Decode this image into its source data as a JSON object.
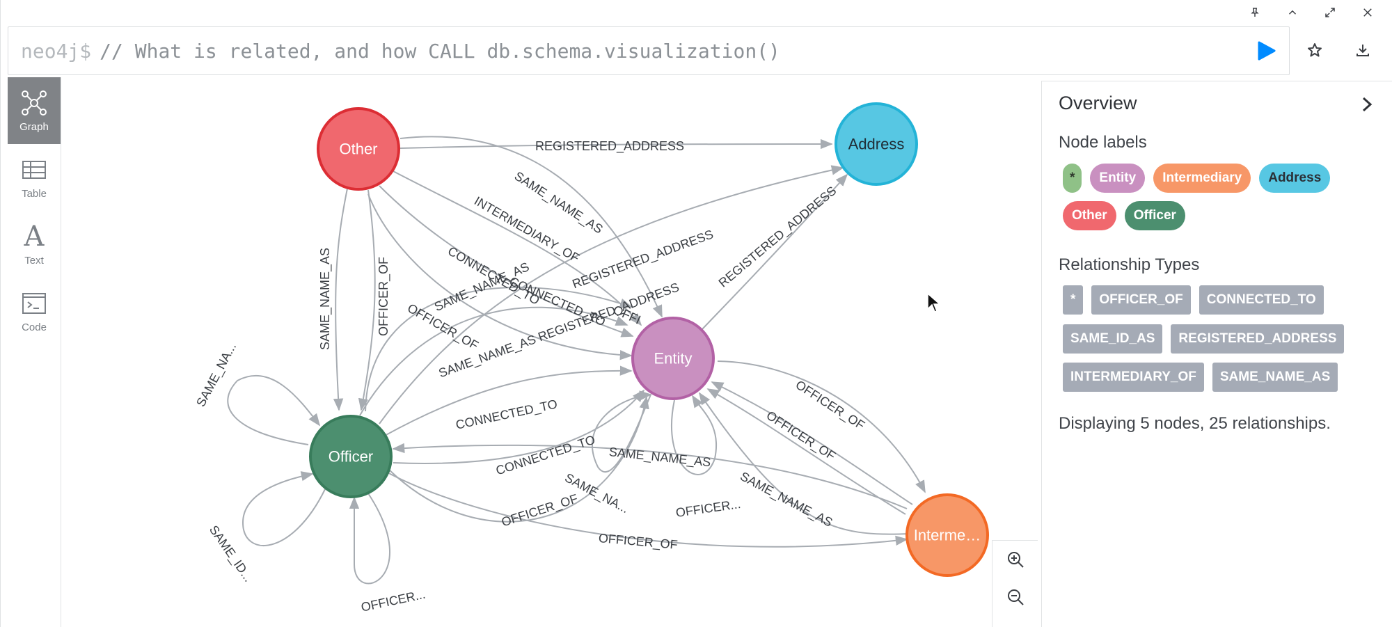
{
  "window": {
    "controls": [
      {
        "name": "pin-icon"
      },
      {
        "name": "collapse-icon"
      },
      {
        "name": "fullscreen-icon"
      },
      {
        "name": "close-icon"
      }
    ]
  },
  "editor": {
    "prompt": "neo4j$",
    "query": "// What is related, and how CALL db.schema.visualization()"
  },
  "sidebar": {
    "items": [
      {
        "label": "Graph",
        "icon": "graph-icon",
        "active": true
      },
      {
        "label": "Table",
        "icon": "table-icon",
        "active": false
      },
      {
        "label": "Text",
        "icon": "text-icon",
        "active": false
      },
      {
        "label": "Code",
        "icon": "code-icon",
        "active": false
      }
    ]
  },
  "graph": {
    "nodes": {
      "other": {
        "label": "Other",
        "color": "#f0686e",
        "border": "#dc2d34"
      },
      "address": {
        "label": "Address",
        "color": "#57c7e3",
        "border": "#23b3d7"
      },
      "entity": {
        "label": "Entity",
        "color": "#c990c0",
        "border": "#b261a5"
      },
      "officer": {
        "label": "Officer",
        "color": "#4c8f6f",
        "border": "#387c5b"
      },
      "intermediary": {
        "label": "Interme…",
        "color": "#f79767",
        "border": "#f36924"
      }
    },
    "relationships": [
      "REGISTERED_ADDRESS",
      "SAME_NAME_AS",
      "INTERMEDIARY_OF",
      "CONNECTED_TO",
      "OFFICER_OF",
      "SAME_NAME_AS",
      "OFFICER_OF",
      "SAME_NAME_AS",
      "CONNECTED_TO",
      "OFFI",
      "REGISTERED_ADDRESS",
      "SAME_NAME_AS REGISTERED_ADDRESS",
      "REGISTERED_ADDRESS",
      "SAME_NA...",
      "CONNECTED_TO",
      "OFFICER_OF",
      "SAME_NAME_AS",
      "OFFICER_OF",
      "CONNECTED_TO",
      "SAME_NA...",
      "OFFICER...",
      "SAME_NAME_AS",
      "OFFICER_OF",
      "OFFICER_OF",
      "SAME_ID...",
      "OFFICER..."
    ]
  },
  "overview": {
    "title": "Overview",
    "node_labels_title": "Node labels",
    "node_labels": [
      {
        "label": "*",
        "color": "#8fc187",
        "text_color": "#2f3a2e"
      },
      {
        "label": "Entity",
        "color": "#c990c0",
        "text_color": "#ffffff"
      },
      {
        "label": "Intermediary",
        "color": "#f79767",
        "text_color": "#ffffff"
      },
      {
        "label": "Address",
        "color": "#57c7e3",
        "text_color": "#2a2f36"
      },
      {
        "label": "Other",
        "color": "#f0686e",
        "text_color": "#ffffff"
      },
      {
        "label": "Officer",
        "color": "#4c8f6f",
        "text_color": "#ffffff"
      }
    ],
    "rel_types_title": "Relationship Types",
    "rel_types": [
      "*",
      "OFFICER_OF",
      "CONNECTED_TO",
      "SAME_ID_AS",
      "REGISTERED_ADDRESS",
      "INTERMEDIARY_OF",
      "SAME_NAME_AS"
    ],
    "summary": "Displaying 5 nodes, 25 relationships."
  },
  "colors": {
    "run_button": "#018bff",
    "rel_chip": "#a5abb6",
    "edge": "#a7acb2"
  }
}
